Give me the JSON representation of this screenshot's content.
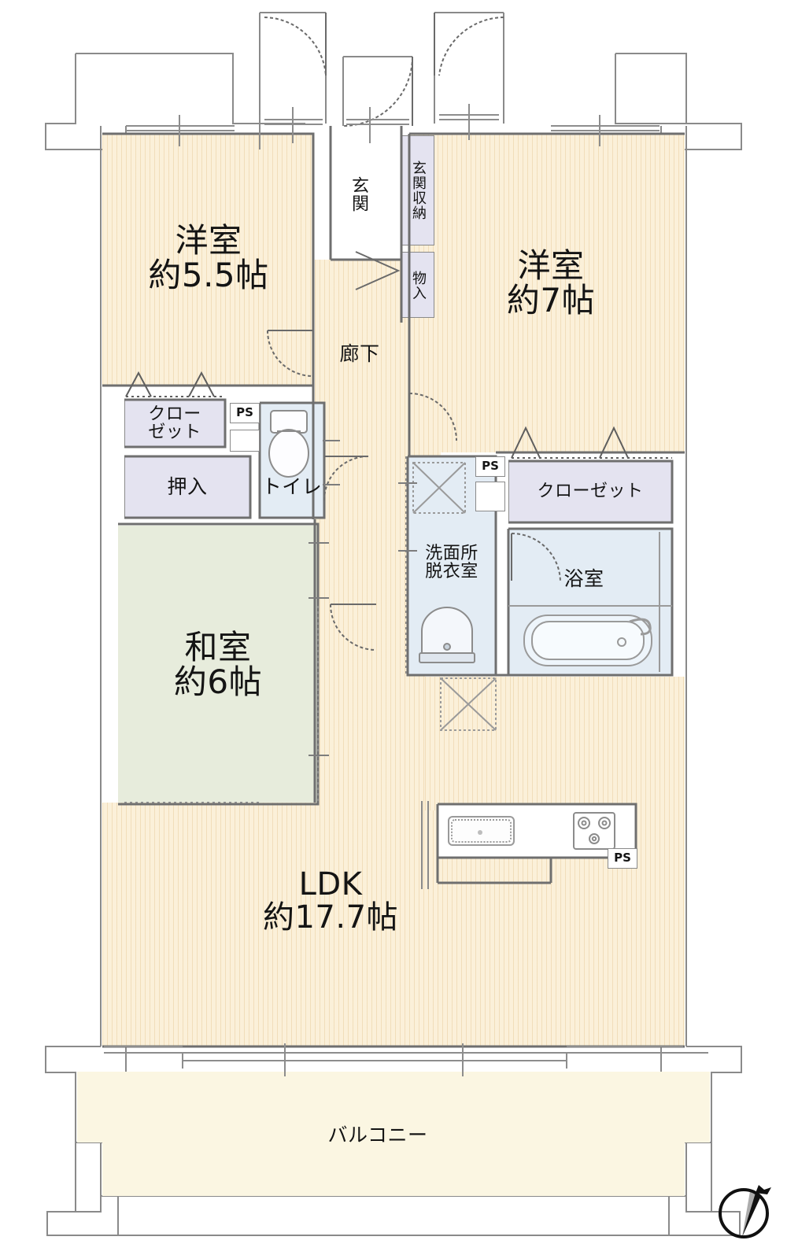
{
  "plan": {
    "type": "japanese-apartment-floor-plan",
    "layout_code": "3LDK",
    "rooms": [
      {
        "id": "washitsu",
        "label": "和室\n約6帖",
        "kind": "tatami",
        "size_jo": 6
      },
      {
        "id": "yoshitsu_55",
        "label": "洋室\n約5.5帖",
        "kind": "western",
        "size_jo": 5.5
      },
      {
        "id": "yoshitsu_7",
        "label": "洋室\n約7帖",
        "kind": "western",
        "size_jo": 7
      },
      {
        "id": "ldk",
        "label": "LDK\n約17.7帖",
        "kind": "living-dining-kitchen",
        "size_jo": 17.7
      }
    ],
    "labels": {
      "ldk": "LDK\n約17.7帖",
      "washitsu": "和室\n約6帖",
      "yoshitsu_55": "洋室\n約5.5帖",
      "yoshitsu_7": "洋室\n約7帖",
      "genkan": "玄関",
      "genkan_shuno": "玄関収納",
      "mono_ire": "物入",
      "rouka": "廊下",
      "closet_left": "クロー\nゼット",
      "closet_right": "クローゼット",
      "oshiire": "押入",
      "toilet": "トイレ",
      "senmenjo": "洗面所\n脱衣室",
      "yokushitsu": "浴室",
      "balcony": "バルコニー",
      "ps_1": "PS",
      "ps_2": "PS",
      "ps_3": "PS"
    },
    "icons": {
      "compass": "north-compass-icon",
      "sink": "kitchen-sink-icon",
      "stove": "three-burner-stove-icon",
      "bathtub": "bathtub-icon",
      "vanity": "vanity-sink-icon",
      "toilet_bowl": "toilet-bowl-icon",
      "washer_space": "washing-machine-space-icon",
      "fridge_space": "refrigerator-space-icon"
    },
    "colors": {
      "floor": "#fbf0d9",
      "floor_stripe": "#e9cea0",
      "tatami": "#e7ecdc",
      "closet": "#e4e3f0",
      "water_room": "#e3ecf4",
      "balcony": "#fbf6e2",
      "wall": "#6f6f6f",
      "text": "#141414"
    }
  }
}
